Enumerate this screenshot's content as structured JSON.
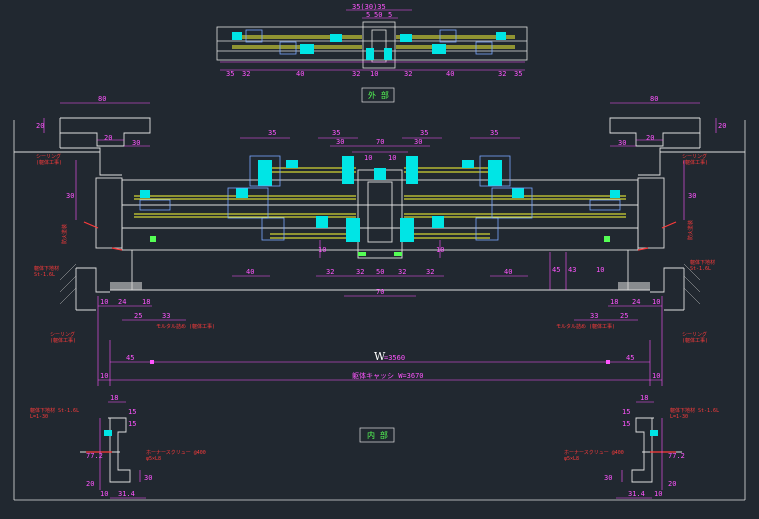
{
  "labels": {
    "exterior": "外  部",
    "interior": "内  部",
    "width_main": "W",
    "width_value": "=3560",
    "total_width": "躯体キャッシ W=3670"
  },
  "notes": {
    "sealing_left": "シーリング",
    "sealing_left_sub": "(躯体工事)",
    "sealing_right": "シーリング",
    "sealing_right_sub": "(躯体工事)",
    "anchor_left": "躯体下地材",
    "anchor_left_sub": "St-1.6L",
    "anchor_right": "躯体下地材",
    "anchor_right_sub": "St-1.6L",
    "fire_left": "防火塗装",
    "fire_right": "防火塗装",
    "mortar_left": "モルタル詰め (躯体工事)",
    "mortar_right": "モルタル詰め (躯体工事)",
    "sealing_bottom_left": "シーリング",
    "sealing_bottom_left_sub": "(躯体工事)",
    "sealing_bottom_right": "シーリング",
    "sealing_bottom_right_sub": "(躯体工事)",
    "detail_left": "躯体下地材 St-1.6L",
    "detail_left_sub": "L=1-30",
    "detail_right": "躯体下地材 St-1.6L",
    "detail_right_sub": "L=1-30",
    "anchor_bolt_left": "ホーナースクリュー @400",
    "anchor_bolt_left_sub": "φ5×L8",
    "anchor_bolt_right": "ホーナースクリュー @400",
    "anchor_bolt_right_sub": "φ5×L8"
  },
  "dims": {
    "top_center": "35(30)35",
    "top_row": [
      "35",
      "32",
      "40",
      "32",
      "10",
      "32",
      "40",
      "32",
      "35"
    ],
    "top_mid": [
      "5",
      "50",
      "5"
    ],
    "left_80": "80",
    "right_80": "80",
    "left_20": "20",
    "right_20": "20",
    "left_30a": "30",
    "right_30a": "30",
    "upper_35": [
      "35",
      "35",
      "35",
      "35"
    ],
    "upper_30": [
      "30",
      "30"
    ],
    "upper_70": "70",
    "upper_10": [
      "10",
      "10"
    ],
    "left_v30": "30",
    "right_v30": "30",
    "lower_40": [
      "40",
      "40"
    ],
    "lower_32": [
      "32",
      "32",
      "32",
      "32"
    ],
    "lower_10": [
      "10",
      "10"
    ],
    "lower_50": "50",
    "lower_70": "70",
    "sill_left": [
      "10",
      "24",
      "18"
    ],
    "sill_right": [
      "18",
      "24",
      "10"
    ],
    "low_25": [
      "25",
      "25"
    ],
    "low_33": [
      "33",
      "33"
    ],
    "side_45": [
      "45",
      "45"
    ],
    "right_v": [
      "45",
      "43",
      "10"
    ],
    "edge_10": [
      "10",
      "10"
    ],
    "detail_L": [
      "18",
      "15",
      "15",
      "77.2",
      "20",
      "30",
      "10",
      "31.4"
    ],
    "detail_R": [
      "18",
      "15",
      "15",
      "77.2",
      "20",
      "30",
      "10",
      "31.4"
    ]
  }
}
